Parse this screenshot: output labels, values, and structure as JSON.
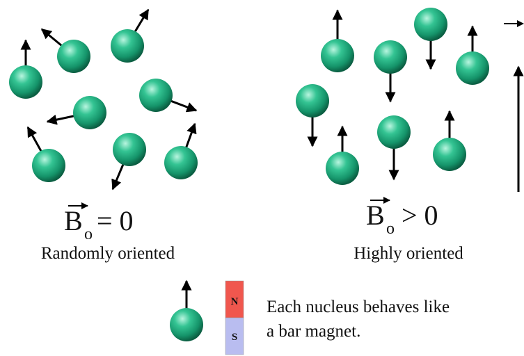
{
  "left_panel": {
    "symbol": "B",
    "subscript": "o",
    "relation": "= 0",
    "caption": "Randomly oriented"
  },
  "right_panel": {
    "symbol": "B",
    "subscript": "o",
    "relation": "> 0",
    "caption": "Highly oriented"
  },
  "legend": {
    "magnet_north": "N",
    "magnet_south": "S",
    "text_line1": "Each nucleus behaves like",
    "text_line2": "a bar magnet."
  },
  "colors": {
    "nucleus": "#1aa77a",
    "arrow": "#000000",
    "magnet_north": "#f0574e",
    "magnet_south": "#b9bdf0"
  }
}
